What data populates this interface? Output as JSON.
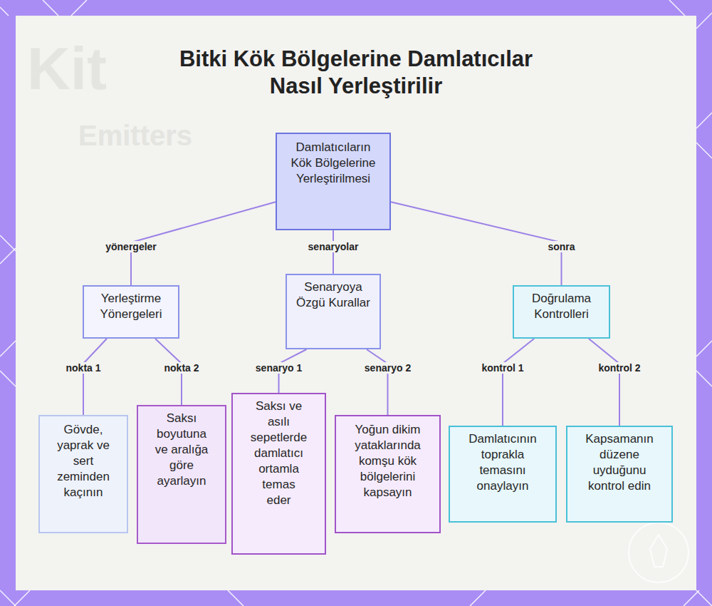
{
  "diagram": {
    "title": "Bitki Kök Bölgelerine Damlatıcılar Nasıl Yerleştirilir",
    "nodes": [
      {
        "text": [
          "Damlatıcıların Kök Bölgelerine Yerleştirilmesi"
        ]
      },
      {
        "text": [
          "Yerleştirme Yönergeleri"
        ]
      },
      {
        "text": [
          "Senaryoya Özgü Kurallar"
        ]
      },
      {
        "text": [
          "Doğrulama Kontrolleri"
        ]
      },
      {
        "text": [
          "Gövde, yaprak ve sert zeminden kaçının"
        ]
      },
      {
        "text": [
          "Saksı boyutuna ve aralığa göre ayarlayın"
        ]
      },
      {
        "text": [
          "Saksı ve asılı sepetlerde damlatıcı ortamla temas eder"
        ]
      },
      {
        "text": [
          "Yoğun dikim yataklarında komşu kök bölgelerini kapsayın"
        ]
      },
      {
        "text": [
          "Damlatıcının toprakla temasını onaylayın"
        ]
      },
      {
        "text": [
          "Kapsamanın düzene uyduğunu kontrol edin"
        ]
      }
    ],
    "edges": [
      {
        "from": 0,
        "to": 1,
        "label": "yönergeler",
        "arrow": "none"
      },
      {
        "from": 0,
        "to": 2,
        "label": "senaryolar",
        "arrow": "none"
      },
      {
        "from": 0,
        "to": 3,
        "label": "sonra",
        "arrow": "none"
      },
      {
        "from": 1,
        "to": 4,
        "label": "nokta 1",
        "arrow": "none"
      },
      {
        "from": 1,
        "to": 5,
        "label": "nokta 2",
        "arrow": "none"
      },
      {
        "from": 2,
        "to": 6,
        "label": "senaryo 1",
        "arrow": "none"
      },
      {
        "from": 2,
        "to": 7,
        "label": "senaryo 2",
        "arrow": "none"
      },
      {
        "from": 3,
        "to": 8,
        "label": "kontrol 1",
        "arrow": "none"
      },
      {
        "from": 3,
        "to": 9,
        "label": "kontrol 2",
        "arrow": "none"
      }
    ],
    "labels": [
      "Kit",
      "Emitters"
    ]
  }
}
